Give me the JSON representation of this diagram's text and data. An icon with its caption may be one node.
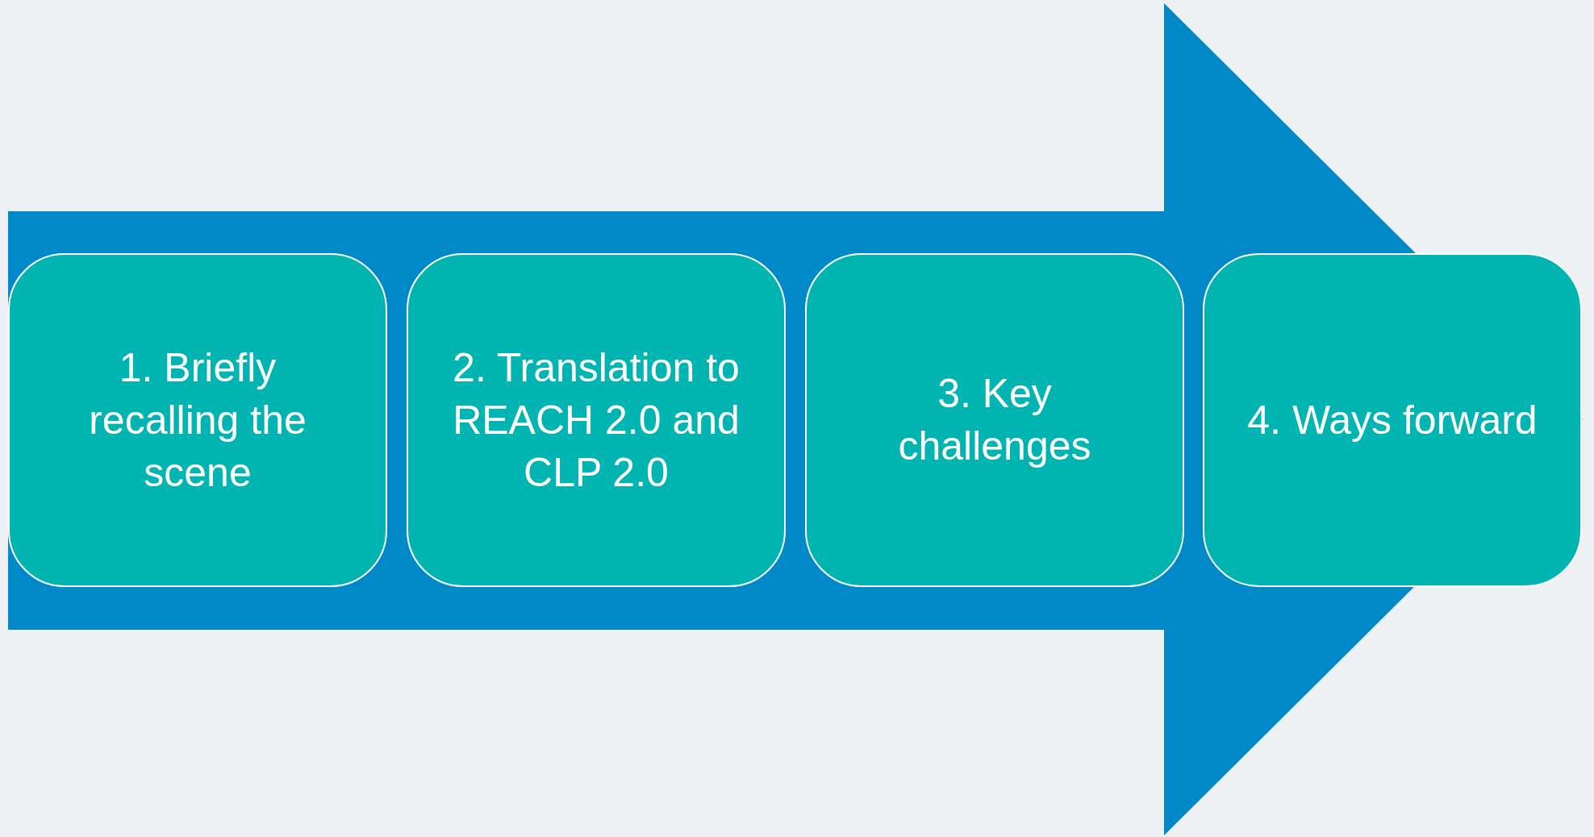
{
  "diagram": {
    "nodes": [
      {
        "text": [],
        "shape": "arrow"
      },
      {
        "text": [
          "1. Briefly recalling the scene"
        ],
        "in": 0
      },
      {
        "text": [
          "2. Translation to REACH 2.0 and CLP 2.0"
        ],
        "in": 0
      },
      {
        "text": [
          "3. Key challenges"
        ],
        "in": 0
      },
      {
        "text": [
          "4. Ways forward"
        ],
        "in": 0
      }
    ]
  }
}
